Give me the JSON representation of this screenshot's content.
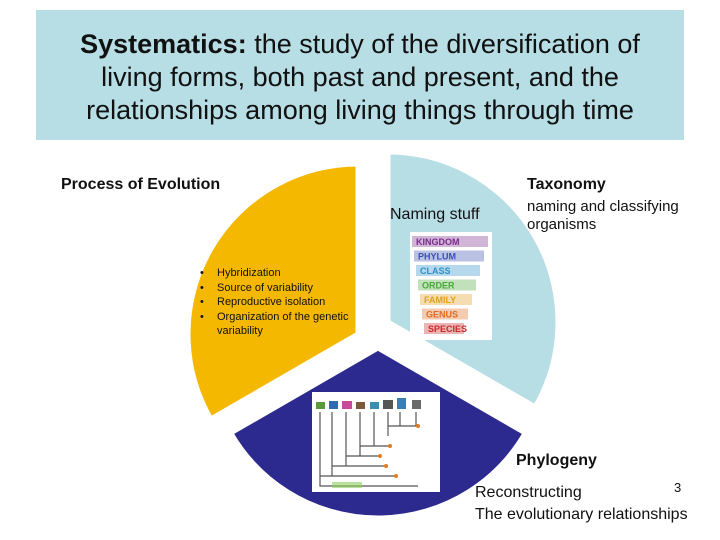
{
  "header": {
    "term": "Systematics:",
    "definition": " the study of the diversification of living forms, both past and present, and the relationships among living things through time"
  },
  "segments": {
    "evolution": {
      "title": "Process of Evolution",
      "bullets": [
        "Hybridization",
        "Source of variability",
        "Reproductive isolation",
        "Organization of the genetic variability"
      ],
      "color": "#f5b800"
    },
    "taxonomy": {
      "title": "Taxonomy",
      "subtitle": "naming and classifying organisms",
      "image_label": "Naming stuff",
      "color": "#b7dde5",
      "ranks": [
        "KINGDOM",
        "PHYLUM",
        "CLASS",
        "ORDER",
        "FAMILY",
        "GENUS",
        "SPECIES"
      ]
    },
    "phylogeny": {
      "title": "Phylogeny",
      "subtitle_line1": "Reconstructing",
      "subtitle_line2": "The evolutionary relationships",
      "color": "#2c2a8e"
    }
  },
  "page_number": "3"
}
